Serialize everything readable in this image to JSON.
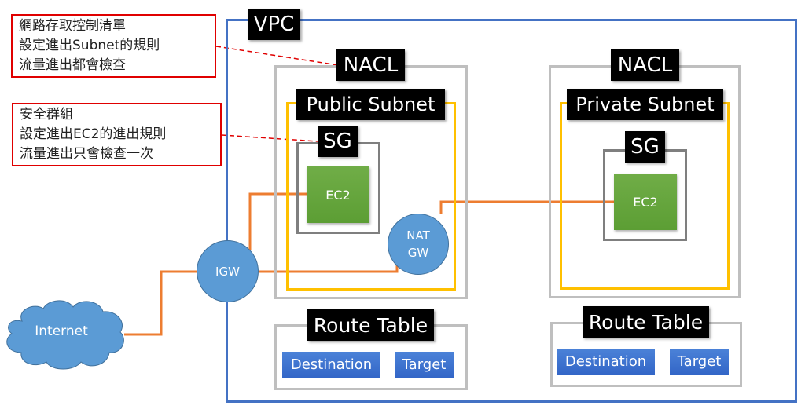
{
  "notes": {
    "nacl_note": [
      "網路存取控制清單",
      "設定進出Subnet的規則",
      "流量進出都會檢查"
    ],
    "sg_note": [
      "安全群組",
      "設定進出EC2的進出規則",
      "流量進出只會檢查一次"
    ]
  },
  "vpc": {
    "label": "VPC"
  },
  "public_side": {
    "nacl_label": "NACL",
    "subnet_label": "Public Subnet",
    "sg_label": "SG",
    "ec2_label": "EC2",
    "nat_label_line1": "NAT",
    "nat_label_line2": "GW",
    "route_table": {
      "label": "Route Table",
      "columns": [
        "Destination",
        "Target"
      ]
    }
  },
  "private_side": {
    "nacl_label": "NACL",
    "subnet_label": "Private Subnet",
    "sg_label": "SG",
    "ec2_label": "EC2",
    "route_table": {
      "label": "Route Table",
      "columns": [
        "Destination",
        "Target"
      ]
    }
  },
  "igw": {
    "label": "IGW"
  },
  "internet": {
    "label": "Internet"
  },
  "colors": {
    "vpc_border": "#4472c4",
    "nacl_border": "#bfbfbf",
    "subnet_border": "#ffc000",
    "sg_border": "#7f7f7f",
    "connection_line": "#ed7d31",
    "callout_line": "#e00000",
    "node_fill": "#5b9bd5",
    "ec2_fill": "#70ad47"
  }
}
